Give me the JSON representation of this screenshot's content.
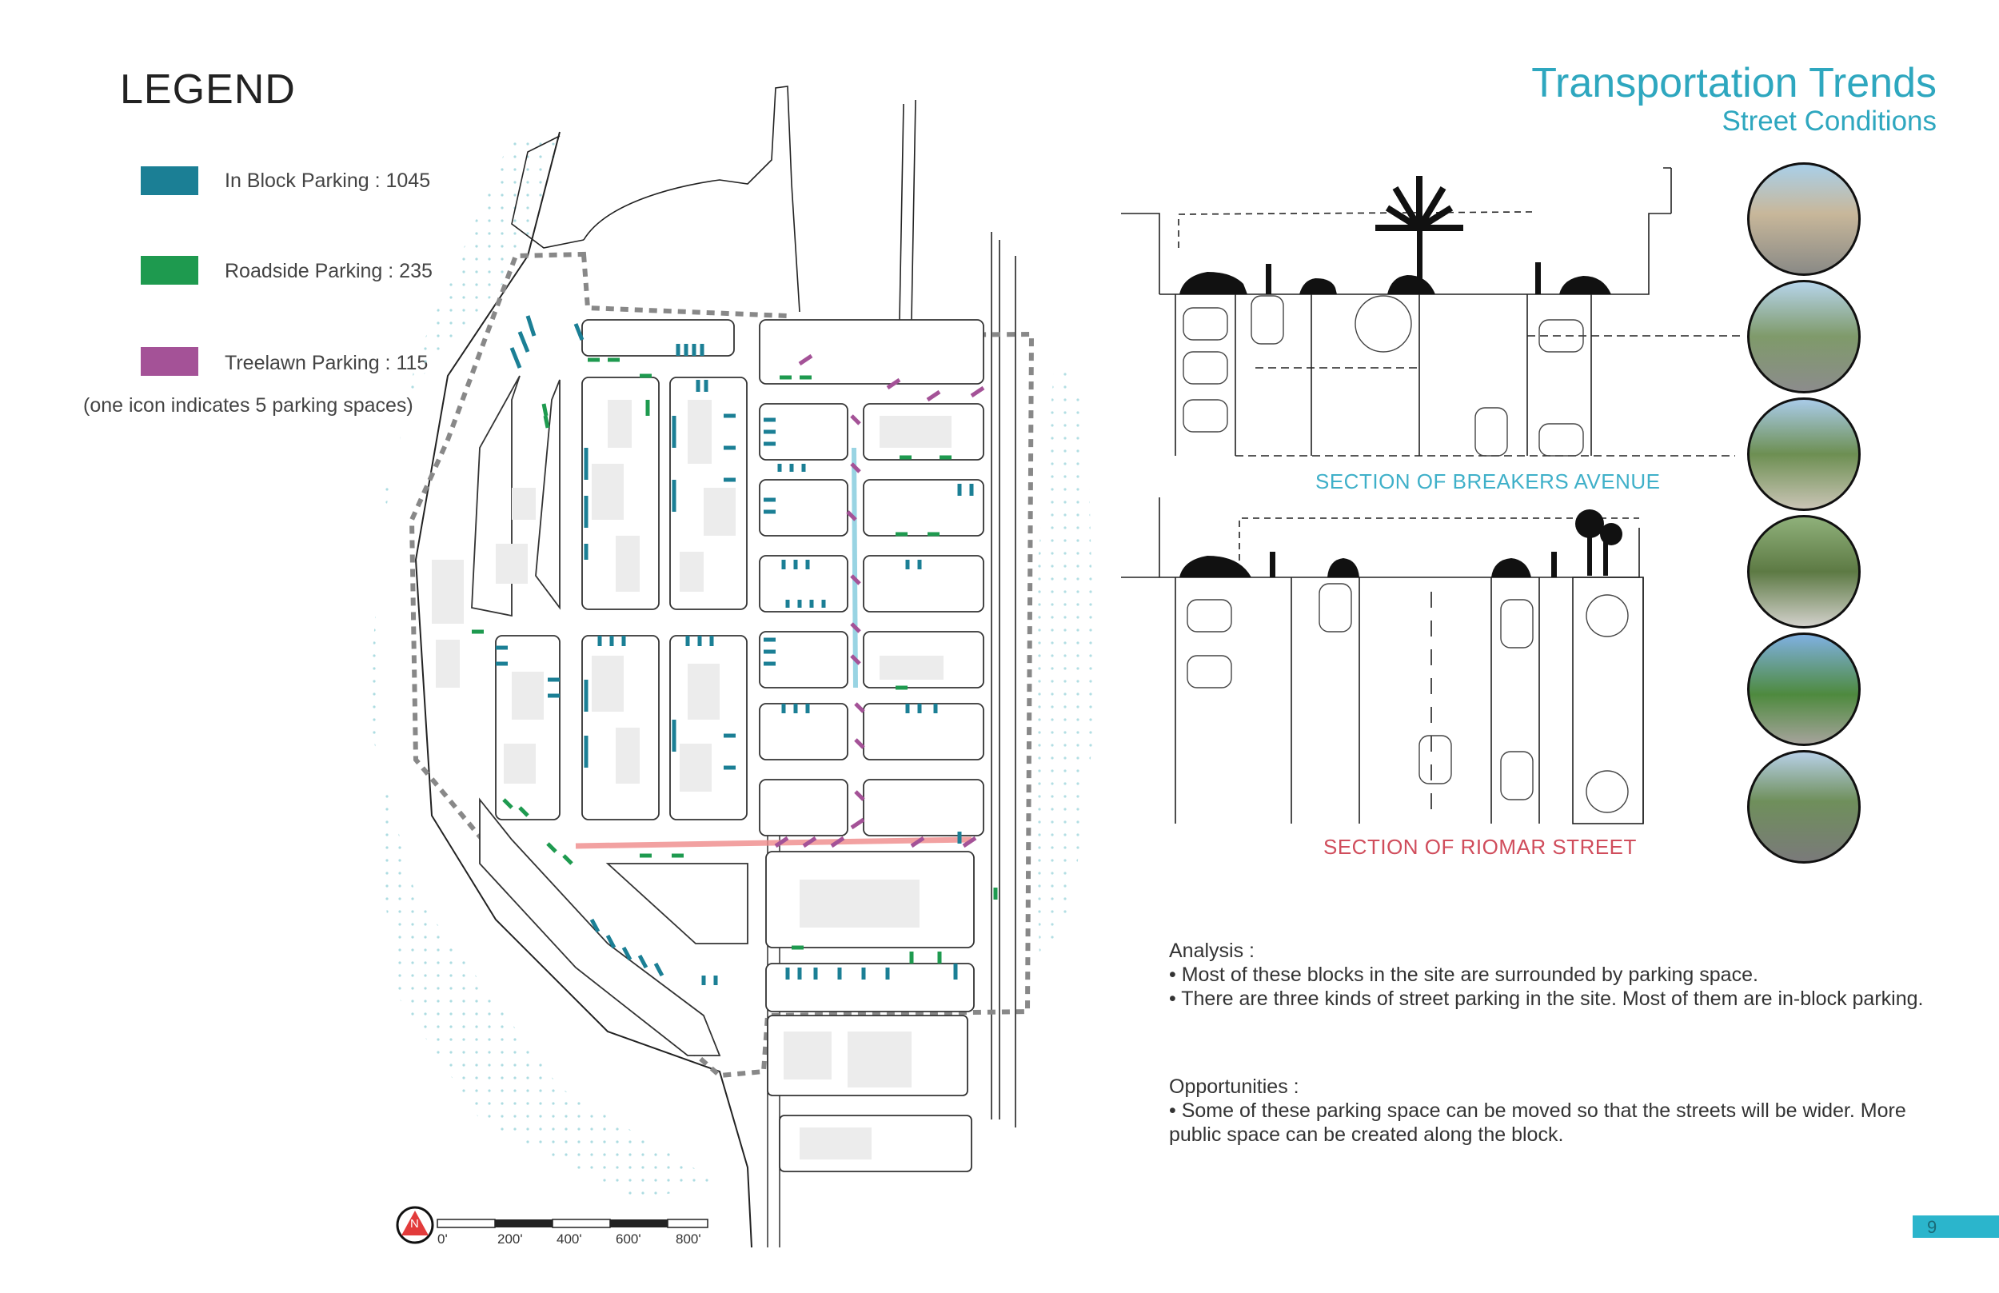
{
  "legend": {
    "title": "LEGEND",
    "items": [
      {
        "label": "In Block Parking : 1045",
        "color": "#1b7f95"
      },
      {
        "label": "Roadside Parking : 235",
        "color": "#1e9a4f"
      },
      {
        "label": "Treelawn Parking : 115",
        "color": "#a45297"
      }
    ],
    "note": "(one icon indicates 5 parking spaces)"
  },
  "header": {
    "title": "Transportation Trends",
    "subtitle": "Street Conditions"
  },
  "sections": {
    "breakers": "SECTION OF BREAKERS AVENUE",
    "riomar": "SECTION OF RIOMAR STREET"
  },
  "scale": {
    "labels": [
      "0'",
      "200'",
      "400'",
      "600'",
      "800'"
    ],
    "north": "N"
  },
  "analysis": {
    "heading": "Analysis :",
    "points": [
      "•  Most of these blocks in the site are surrounded by parking space.",
      "•  There are three kinds of street parking in the site. Most of them are in-block parking."
    ]
  },
  "opportunities": {
    "heading": "Opportunities :",
    "points": [
      "•  Some of these parking space can be moved so that the streets will be wider. More public space can be created along the block."
    ]
  },
  "page": {
    "number": "9"
  },
  "colors": {
    "accent": "#2ea7bf",
    "in_block": "#1b7f95",
    "roadside": "#1e9a4f",
    "treelawn": "#a45297",
    "riomar_line": "#f08a8a"
  }
}
